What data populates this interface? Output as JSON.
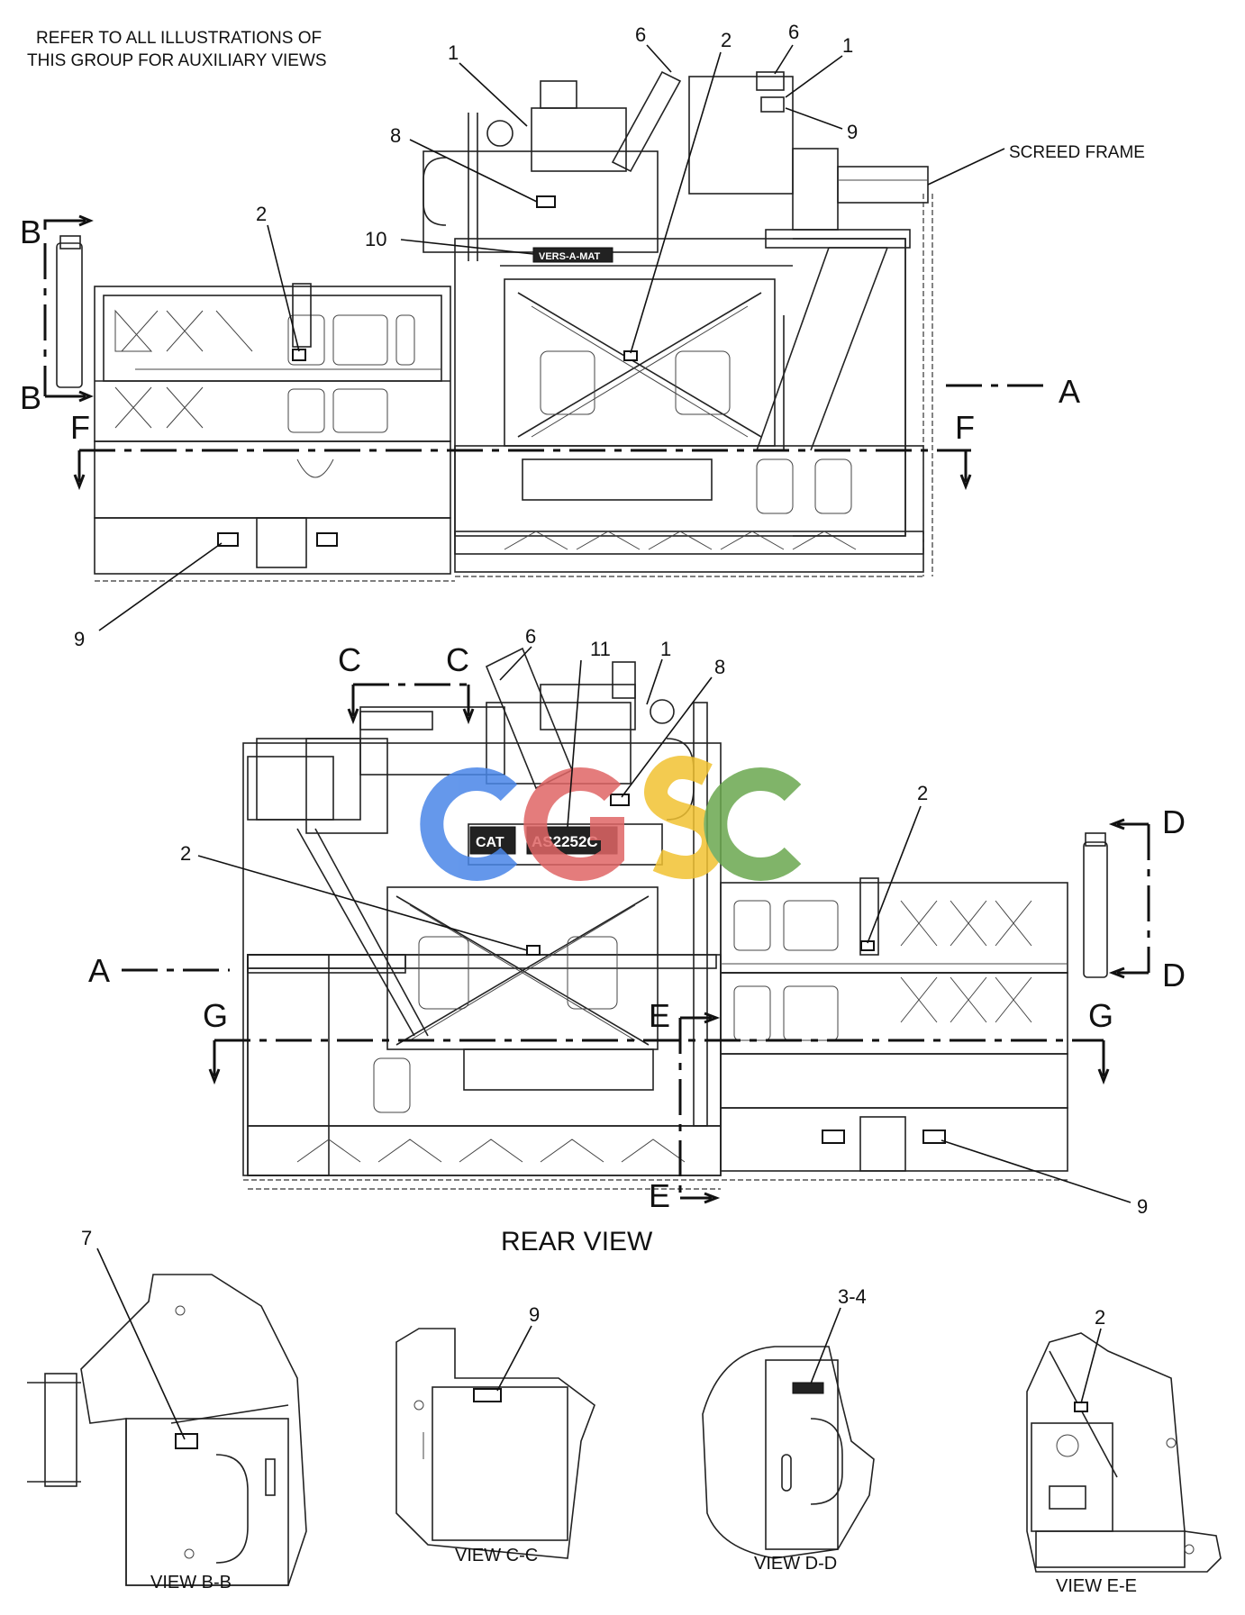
{
  "note": {
    "line1": "REFER TO ALL ILLUSTRATIONS OF",
    "line2": "THIS GROUP FOR AUXILIARY VIEWS"
  },
  "labels": {
    "screed_frame": "SCREED FRAME",
    "rear_view": "REAR VIEW"
  },
  "decals": {
    "vers_a_mat": "VERS-A-MAT",
    "cat": "CAT",
    "model": "AS2252C"
  },
  "watermark": {
    "text": "CGSC",
    "colors": [
      "#4a86e8",
      "#e06666",
      "#f1c232",
      "#6aa84f"
    ]
  },
  "section_markers": {
    "a": "A",
    "b": "B",
    "c": "C",
    "d": "D",
    "e": "E",
    "f": "F",
    "g": "G"
  },
  "callouts": {
    "top_view": [
      "1",
      "6",
      "2",
      "6",
      "1",
      "9",
      "8",
      "2",
      "10",
      "9"
    ],
    "rear_view": [
      "6",
      "11",
      "1",
      "8",
      "2",
      "2",
      "9"
    ]
  },
  "aux_views": [
    {
      "title": "VIEW  B-B",
      "callout": "7"
    },
    {
      "title": "VIEW  C-C",
      "callout": "9"
    },
    {
      "title": "VIEW  D-D",
      "callout": "3-4"
    },
    {
      "title": "VIEW  E-E",
      "callout": "2"
    }
  ]
}
